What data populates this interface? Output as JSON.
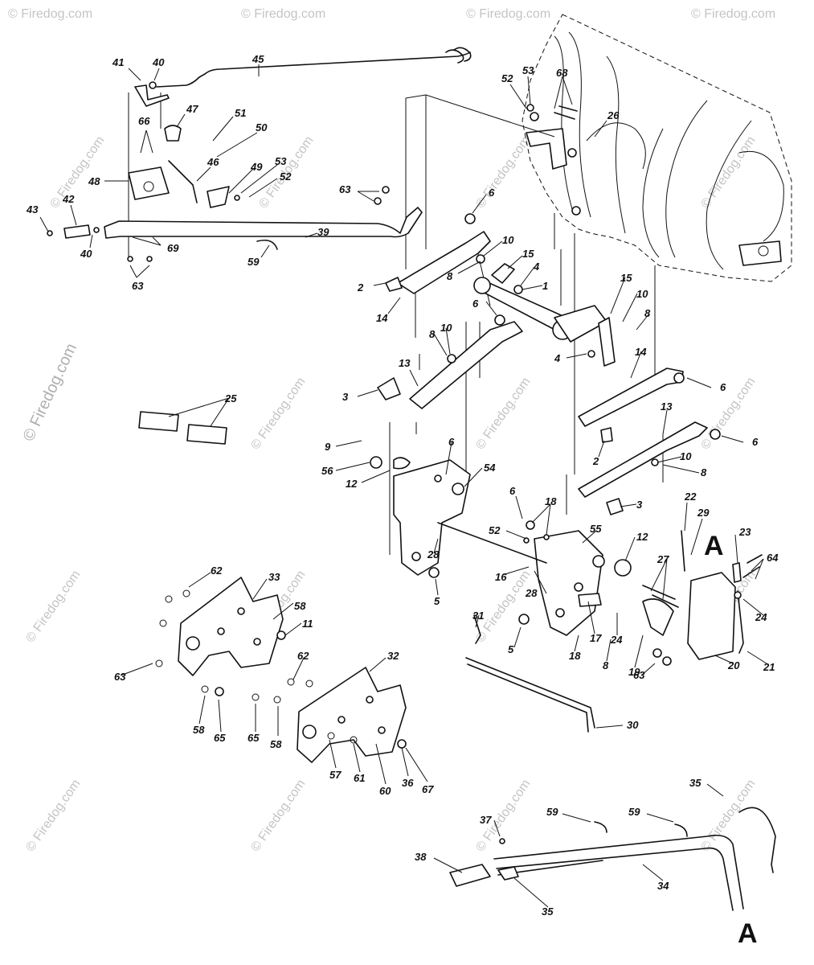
{
  "watermarks": {
    "side": "© Firedog.com",
    "repeated": "© Firedog.com"
  },
  "markers": [
    "A",
    "A"
  ],
  "callouts": [
    {
      "id": "c41",
      "label": "41"
    },
    {
      "id": "c40a",
      "label": "40"
    },
    {
      "id": "c45",
      "label": "45"
    },
    {
      "id": "c66",
      "label": "66"
    },
    {
      "id": "c47",
      "label": "47"
    },
    {
      "id": "c51",
      "label": "51"
    },
    {
      "id": "c50",
      "label": "50"
    },
    {
      "id": "c48",
      "label": "48"
    },
    {
      "id": "c46",
      "label": "46"
    },
    {
      "id": "c49",
      "label": "49"
    },
    {
      "id": "c53a",
      "label": "53"
    },
    {
      "id": "c52a",
      "label": "52"
    },
    {
      "id": "c43",
      "label": "43"
    },
    {
      "id": "c42",
      "label": "42"
    },
    {
      "id": "c40b",
      "label": "40"
    },
    {
      "id": "c69",
      "label": "69"
    },
    {
      "id": "c63a",
      "label": "63"
    },
    {
      "id": "c39",
      "label": "39"
    },
    {
      "id": "c59a",
      "label": "59"
    },
    {
      "id": "c63b",
      "label": "63"
    },
    {
      "id": "c52b",
      "label": "52"
    },
    {
      "id": "c53b",
      "label": "53"
    },
    {
      "id": "c68",
      "label": "68"
    },
    {
      "id": "c26",
      "label": "26"
    },
    {
      "id": "c6a",
      "label": "6"
    },
    {
      "id": "c10a",
      "label": "10"
    },
    {
      "id": "c15a",
      "label": "15"
    },
    {
      "id": "c8a",
      "label": "8"
    },
    {
      "id": "c4a",
      "label": "4"
    },
    {
      "id": "c2a",
      "label": "2"
    },
    {
      "id": "c1",
      "label": "1"
    },
    {
      "id": "c14a",
      "label": "14"
    },
    {
      "id": "c6b",
      "label": "6"
    },
    {
      "id": "c15b",
      "label": "15"
    },
    {
      "id": "c10b",
      "label": "10"
    },
    {
      "id": "c8b",
      "label": "8"
    },
    {
      "id": "c8c",
      "label": "8"
    },
    {
      "id": "c10c",
      "label": "10"
    },
    {
      "id": "c4b",
      "label": "4"
    },
    {
      "id": "c13a",
      "label": "13"
    },
    {
      "id": "c14b",
      "label": "14"
    },
    {
      "id": "c3a",
      "label": "3"
    },
    {
      "id": "c6c",
      "label": "6"
    },
    {
      "id": "c25",
      "label": "25"
    },
    {
      "id": "c13b",
      "label": "13"
    },
    {
      "id": "c6d",
      "label": "6"
    },
    {
      "id": "c9",
      "label": "9"
    },
    {
      "id": "c6e",
      "label": "6"
    },
    {
      "id": "c2b",
      "label": "2"
    },
    {
      "id": "c10d",
      "label": "10"
    },
    {
      "id": "c56",
      "label": "56"
    },
    {
      "id": "c54",
      "label": "54"
    },
    {
      "id": "c8d",
      "label": "8"
    },
    {
      "id": "c12a",
      "label": "12"
    },
    {
      "id": "c3b",
      "label": "3"
    },
    {
      "id": "c6f",
      "label": "6"
    },
    {
      "id": "c22",
      "label": "22"
    },
    {
      "id": "c18a",
      "label": "18"
    },
    {
      "id": "c29",
      "label": "29"
    },
    {
      "id": "c52c",
      "label": "52"
    },
    {
      "id": "c55",
      "label": "55"
    },
    {
      "id": "c23",
      "label": "23"
    },
    {
      "id": "c28a",
      "label": "28"
    },
    {
      "id": "c12b",
      "label": "12"
    },
    {
      "id": "c64",
      "label": "64"
    },
    {
      "id": "c27",
      "label": "27"
    },
    {
      "id": "c5a",
      "label": "5"
    },
    {
      "id": "c16",
      "label": "16"
    },
    {
      "id": "c28b",
      "label": "28"
    },
    {
      "id": "c24a",
      "label": "24"
    },
    {
      "id": "c31",
      "label": "31"
    },
    {
      "id": "c24b",
      "label": "24"
    },
    {
      "id": "c17",
      "label": "17"
    },
    {
      "id": "c5b",
      "label": "5"
    },
    {
      "id": "c18b",
      "label": "18"
    },
    {
      "id": "c8e",
      "label": "8"
    },
    {
      "id": "c19",
      "label": "19"
    },
    {
      "id": "c63c",
      "label": "63"
    },
    {
      "id": "c20",
      "label": "20"
    },
    {
      "id": "c21",
      "label": "21"
    },
    {
      "id": "c62a",
      "label": "62"
    },
    {
      "id": "c33",
      "label": "33"
    },
    {
      "id": "c58a",
      "label": "58"
    },
    {
      "id": "c11",
      "label": "11"
    },
    {
      "id": "c62b",
      "label": "62"
    },
    {
      "id": "c32",
      "label": "32"
    },
    {
      "id": "c63d",
      "label": "63"
    },
    {
      "id": "c58b",
      "label": "58"
    },
    {
      "id": "c65a",
      "label": "65"
    },
    {
      "id": "c65b",
      "label": "65"
    },
    {
      "id": "c58c",
      "label": "58"
    },
    {
      "id": "c57",
      "label": "57"
    },
    {
      "id": "c61",
      "label": "61"
    },
    {
      "id": "c60",
      "label": "60"
    },
    {
      "id": "c36",
      "label": "36"
    },
    {
      "id": "c67",
      "label": "67"
    },
    {
      "id": "c30",
      "label": "30"
    },
    {
      "id": "c35a",
      "label": "35"
    },
    {
      "id": "c59b",
      "label": "59"
    },
    {
      "id": "c59c",
      "label": "59"
    },
    {
      "id": "c37",
      "label": "37"
    },
    {
      "id": "c38",
      "label": "38"
    },
    {
      "id": "c34",
      "label": "34"
    },
    {
      "id": "c35b",
      "label": "35"
    }
  ]
}
